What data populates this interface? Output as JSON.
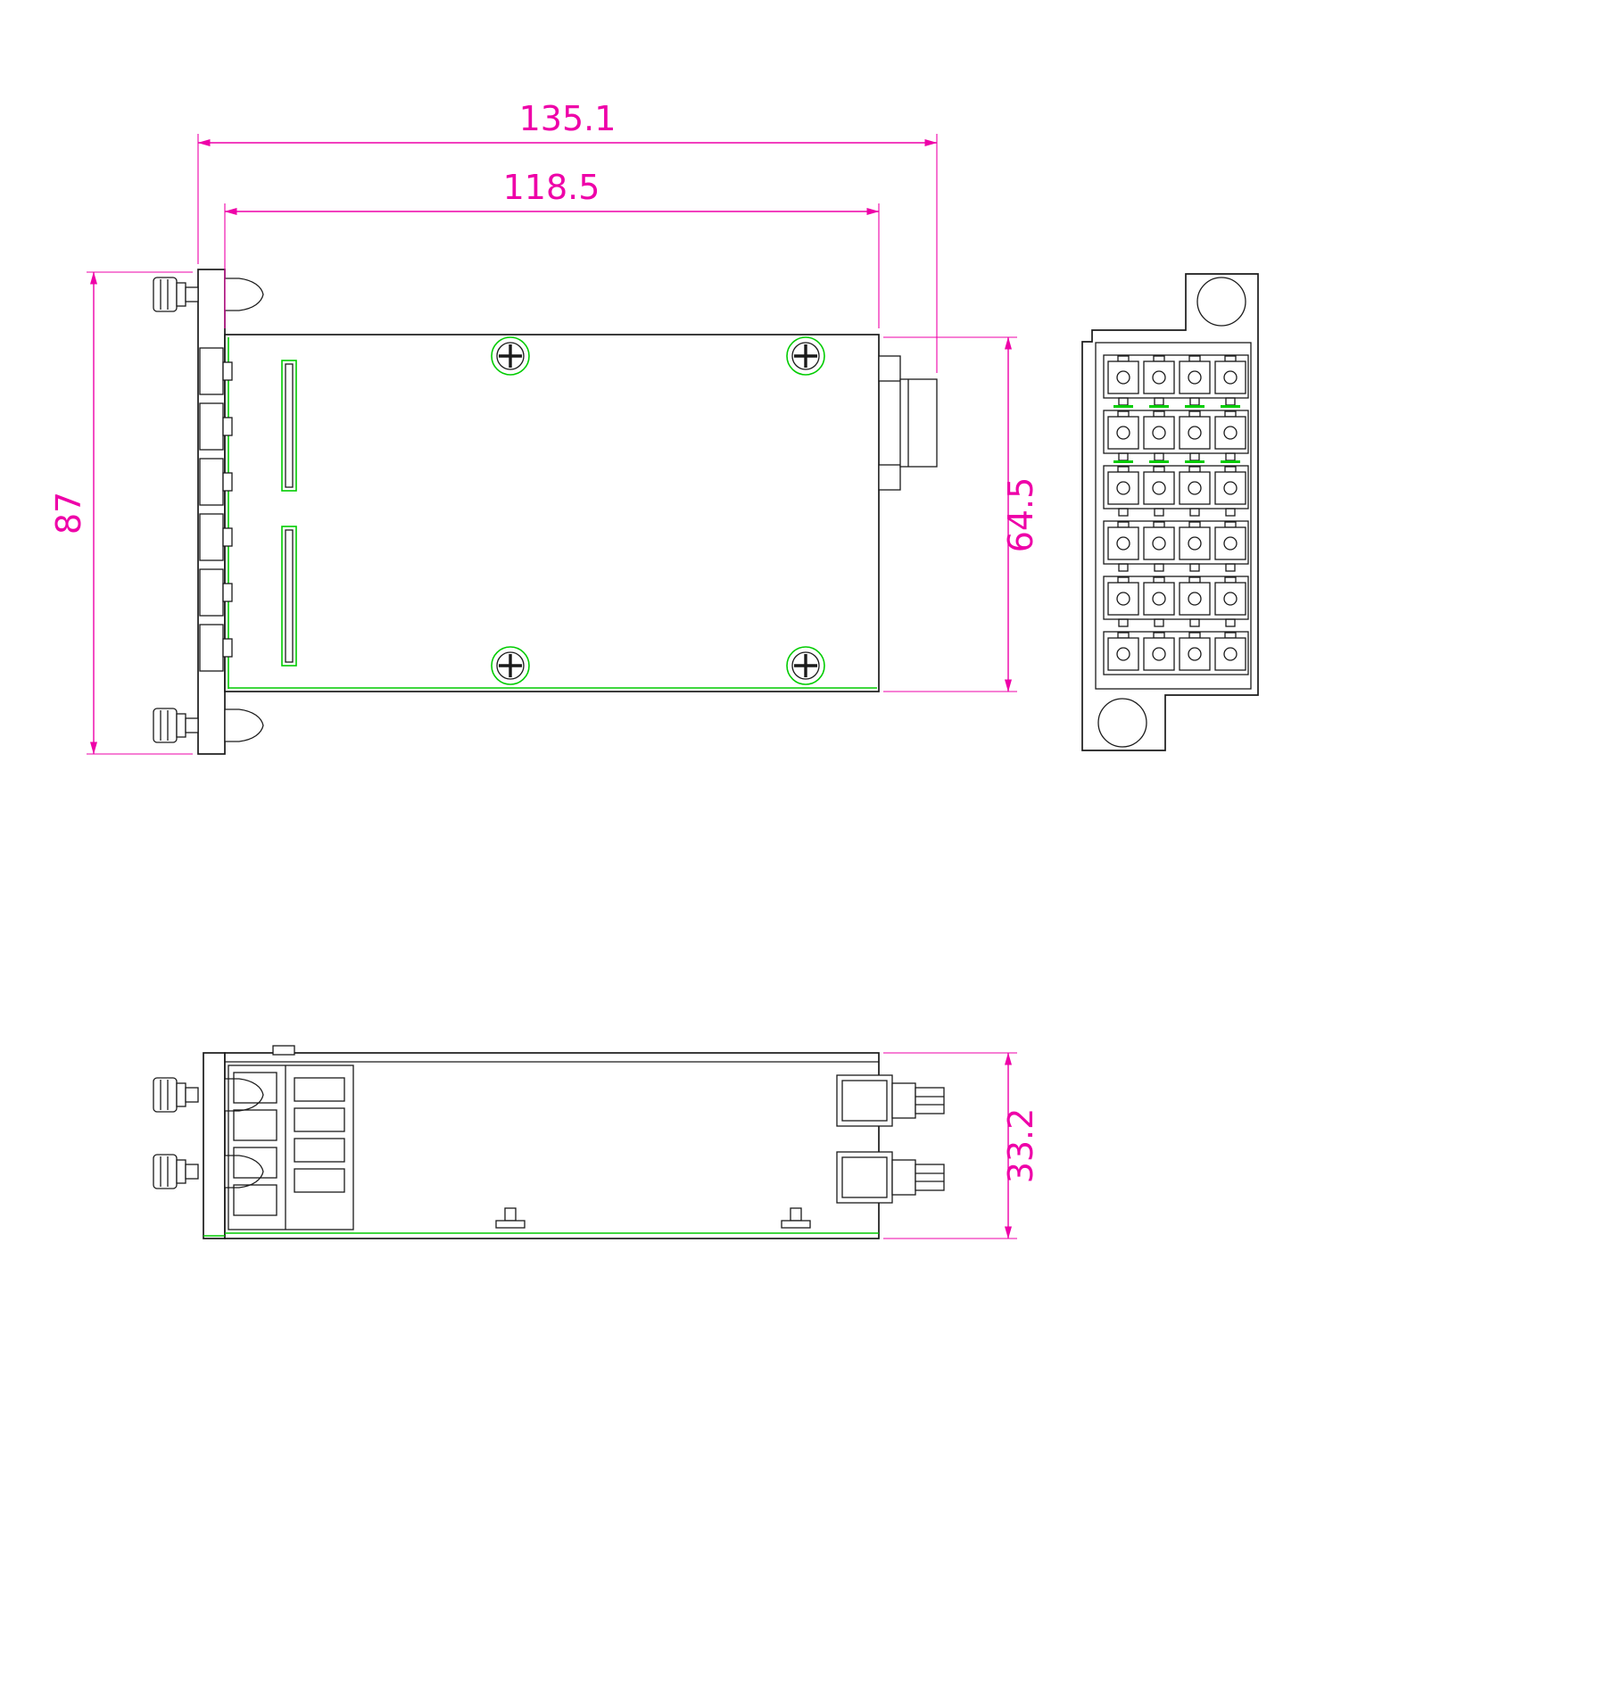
{
  "dimensions": {
    "overall_length": {
      "value": "135.1"
    },
    "body_length": {
      "value": "118.5"
    },
    "faceplate_height": {
      "value": "87"
    },
    "body_width": {
      "value": "64.5"
    },
    "side_height": {
      "value": "33.2"
    }
  },
  "front_view": {
    "ports": {
      "rows": 6,
      "cols": 4,
      "total": 24
    }
  },
  "colors": {
    "dimension": "#ee00a8",
    "outline": "#1a1a1a",
    "accent": "#00cc00",
    "background": "#ffffff"
  }
}
